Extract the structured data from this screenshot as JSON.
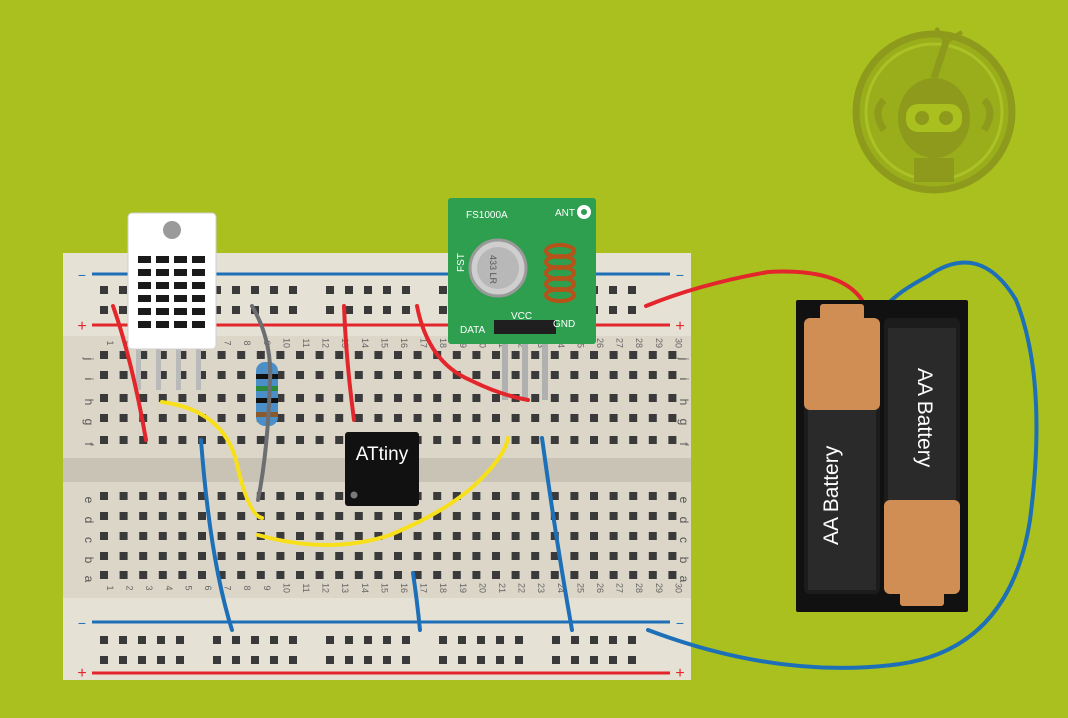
{
  "colors": {
    "background": "#a9c01e",
    "wire_red": "#e3262c",
    "wire_blue": "#1d70b8",
    "wire_yellow": "#f7e01a",
    "wire_gray": "#6d6e71",
    "module_green": "#2e9e4f"
  },
  "breadboard": {
    "rail_minus": "−",
    "rail_plus": "+",
    "row_letters_top": [
      "f",
      "g",
      "h",
      "i",
      "j"
    ],
    "row_letters_bottom": [
      "a",
      "b",
      "c",
      "d",
      "e"
    ],
    "column_count": 30
  },
  "chip": {
    "label": "ATtiny"
  },
  "transmitter": {
    "name": "FS1000A",
    "pin_data": "DATA",
    "pin_vcc": "VCC",
    "pin_gnd": "GND",
    "ant": "ANT",
    "side": "FST",
    "crystal": "433\nLR"
  },
  "battery_pack": {
    "cell_1": "AA Battery",
    "cell_2": "AA Battery"
  },
  "logo": {
    "icon": "robot-icon"
  }
}
